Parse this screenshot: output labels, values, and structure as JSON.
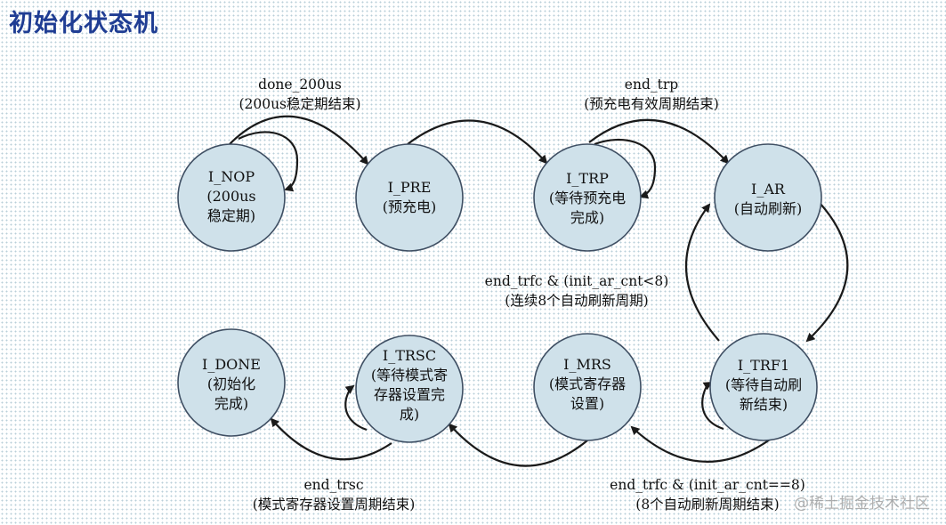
{
  "title": "初始化状态机",
  "nodes": [
    {
      "id": "I_NOP",
      "lines": [
        "I_NOP",
        "(200us",
        "稳定期)"
      ]
    },
    {
      "id": "I_PRE",
      "lines": [
        "I_PRE",
        "(预充电)"
      ]
    },
    {
      "id": "I_TRP",
      "lines": [
        "I_TRP",
        "(等待预充电",
        "完成)"
      ]
    },
    {
      "id": "I_AR",
      "lines": [
        "I_AR",
        "(自动刷新)"
      ]
    },
    {
      "id": "I_DONE",
      "lines": [
        "I_DONE",
        "(初始化",
        "完成)"
      ]
    },
    {
      "id": "I_TRSC",
      "lines": [
        "I_TRSC",
        "(等待模式寄",
        "存器设置完",
        "成)"
      ]
    },
    {
      "id": "I_MRS",
      "lines": [
        "I_MRS",
        "(模式寄存器",
        "设置)"
      ]
    },
    {
      "id": "I_TRF1",
      "lines": [
        "I_TRF1",
        "(等待自动刷",
        "新结束)"
      ]
    }
  ],
  "transitions": [
    {
      "id": "nop-pre",
      "lines": [
        "done_200us",
        "(200us稳定期结束)"
      ]
    },
    {
      "id": "trp-ar",
      "lines": [
        "end_trp",
        "(预充电有效周期结束)"
      ]
    },
    {
      "id": "trf-ar",
      "lines": [
        "end_trfc & (init_ar_cnt<8)",
        "(连续8个自动刷新周期)"
      ]
    },
    {
      "id": "trsc-done",
      "lines": [
        "end_trsc",
        "(模式寄存器设置周期结束)"
      ]
    },
    {
      "id": "trf-mrs",
      "lines": [
        "end_trfc & (init_ar_cnt==8)",
        "(8个自动刷新周期结束)"
      ]
    }
  ],
  "watermark": "@稀土掘金技术社区",
  "colors": {
    "title": "#1f3d93",
    "node_fill": "#cfe1ea",
    "node_stroke": "#3f4f63",
    "edge": "#1a1a1a",
    "background_dots": "#b9cfd9"
  }
}
